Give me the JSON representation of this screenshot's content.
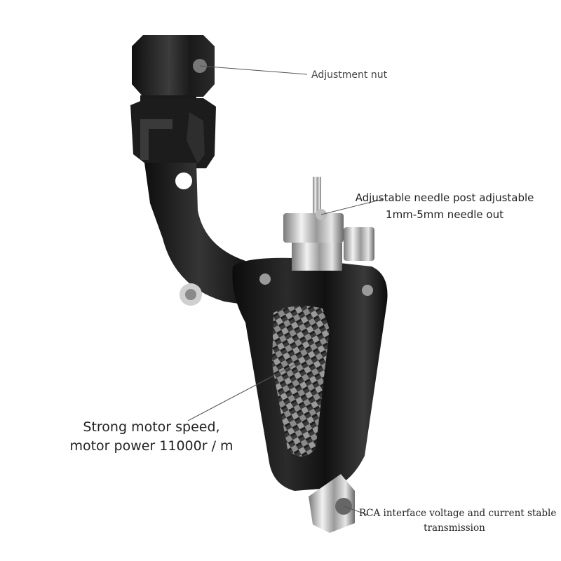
{
  "labels": {
    "adjustment_nut": "Adjustment nut",
    "needle_post": [
      "Adjustable needle post adjustable",
      "1mm-5mm needle out"
    ],
    "motor": [
      "Strong motor speed,",
      "motor power 11000r / m"
    ],
    "rca": [
      "RCA interface voltage and current stable",
      "transmission"
    ]
  },
  "colors": {
    "background": "#ffffff",
    "body_dark": "#1a1a1a",
    "carbon_light": "#8a8a8a",
    "chrome": "#c8c8c8",
    "leader_line": "#555555"
  }
}
